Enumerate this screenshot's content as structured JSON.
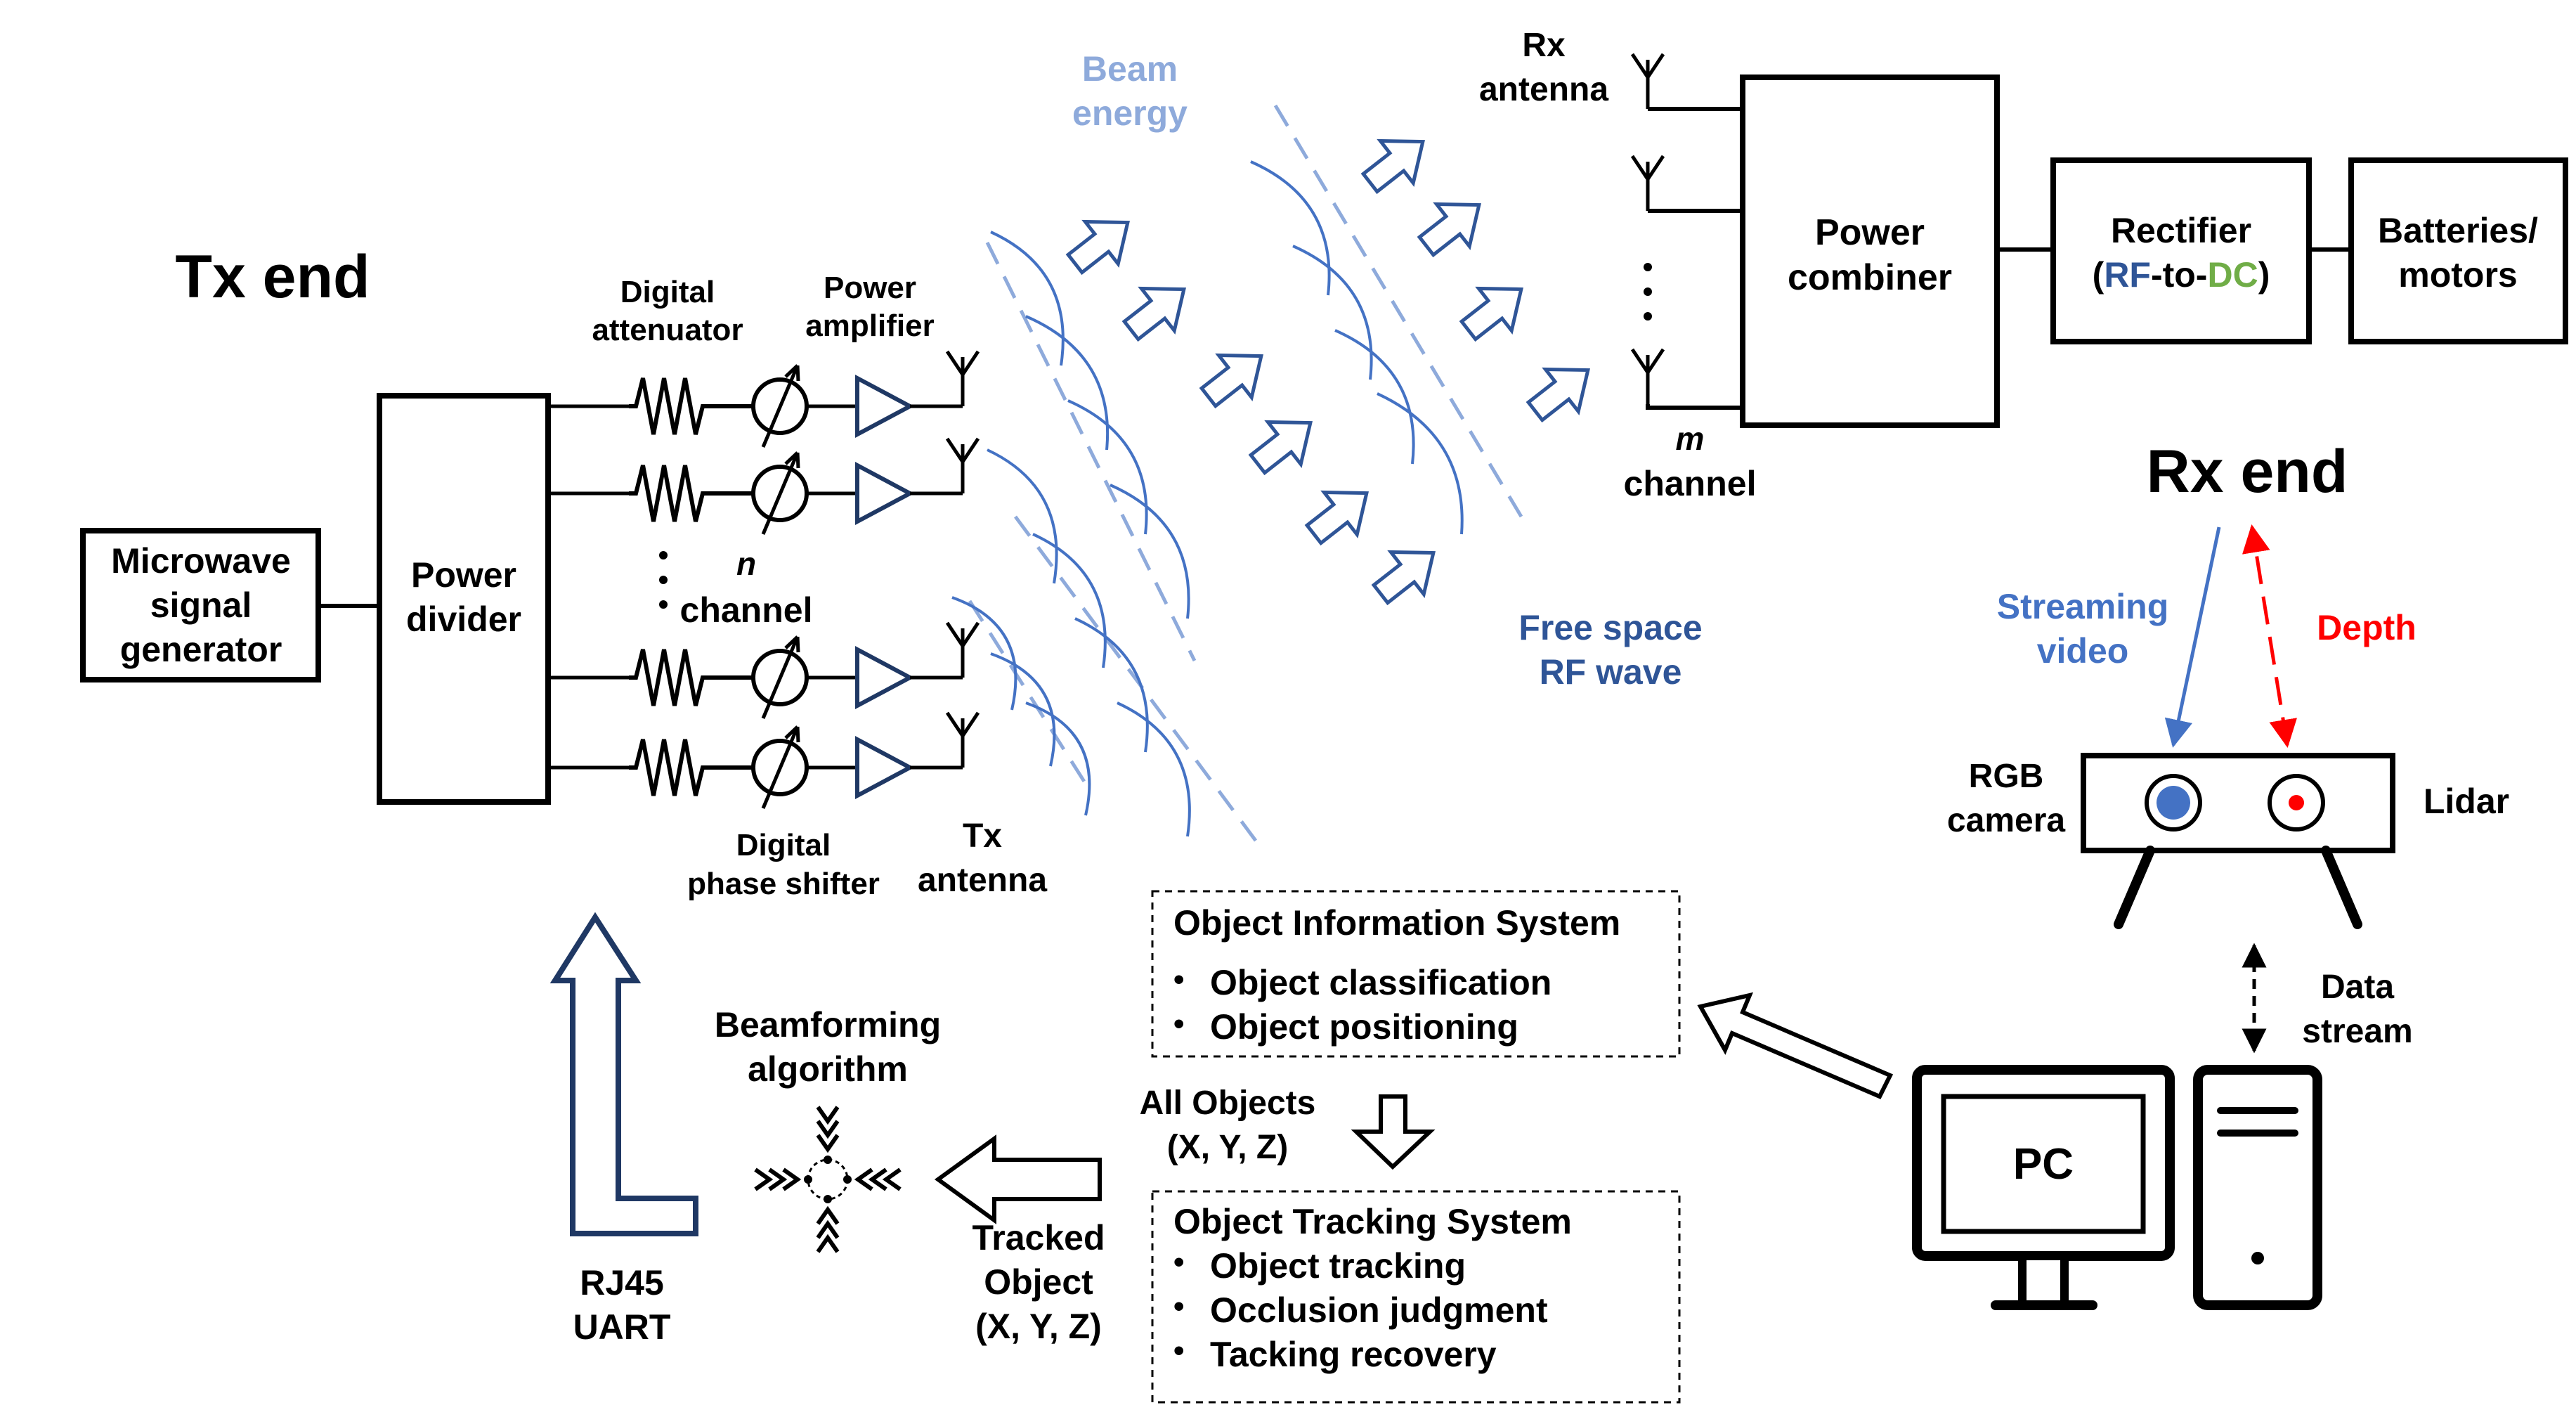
{
  "tx_end": {
    "title": "Tx end"
  },
  "rx_end": {
    "title": "Rx end"
  },
  "blocks": {
    "generator": [
      "Microwave",
      "signal",
      "generator"
    ],
    "divider": [
      "Power",
      "divider"
    ],
    "combiner": [
      "Power",
      "combiner"
    ],
    "rectifier": {
      "line1": "Rectifier",
      "open": "(",
      "rf": "RF",
      "to": "-to-",
      "dc": "DC",
      "close": ")"
    },
    "batteries": [
      "Batteries/",
      "motors"
    ]
  },
  "labels": {
    "digital_attenuator": [
      "Digital",
      "attenuator"
    ],
    "power_amplifier": [
      "Power",
      "amplifier"
    ],
    "n_channel": {
      "n": "n",
      "channel": "channel"
    },
    "digital_phase_shifter": [
      "Digital",
      "phase shifter"
    ],
    "tx_antenna": [
      "Tx",
      "antenna"
    ],
    "beam_energy": [
      "Beam",
      "energy"
    ],
    "free_space": [
      "Free space",
      "RF wave"
    ],
    "rx_antenna": [
      "Rx",
      "antenna"
    ],
    "m_channel": {
      "m": "m",
      "channel": "channel"
    },
    "streaming_video": [
      "Streaming",
      "video"
    ],
    "depth": "Depth",
    "rgb_camera": [
      "RGB",
      "camera"
    ],
    "lidar": "Lidar",
    "data_stream": [
      "Data",
      "stream"
    ],
    "pc": "PC",
    "beamforming": [
      "Beamforming",
      "algorithm"
    ],
    "rj45": [
      "RJ45",
      "UART"
    ],
    "tracked_object": [
      "Tracked",
      "Object",
      "(X, Y, Z)"
    ],
    "all_objects": [
      "All Objects",
      "(X, Y, Z)"
    ]
  },
  "object_info": {
    "title": "Object Information System",
    "items": [
      "Object classification",
      "Object positioning"
    ]
  },
  "object_tracking": {
    "title": "Object Tracking System",
    "items": [
      "Object tracking",
      "Occlusion judgment",
      "Tacking recovery"
    ]
  },
  "colors": {
    "beam_light": "#8eaadb",
    "wave_blue": "#4472c4",
    "free_space": "#2f5597",
    "dc_green": "#70ad47",
    "depth_red": "#ff0000",
    "navy": "#1f3864"
  }
}
